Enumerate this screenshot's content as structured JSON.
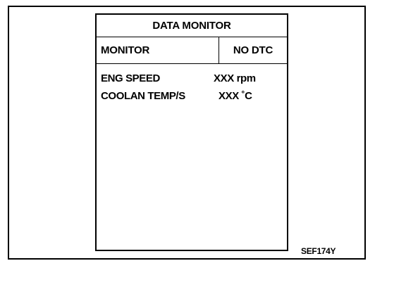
{
  "screen": {
    "title": "DATA MONITOR",
    "header": {
      "monitor_label": "MONITOR",
      "status_label": "NO DTC"
    },
    "items": [
      {
        "label": "ENG SPEED",
        "value": "XXX rpm"
      },
      {
        "label": "COOLAN TEMP/S",
        "value": "XXX ˚C"
      }
    ]
  },
  "figure_code": "SEF174Y"
}
